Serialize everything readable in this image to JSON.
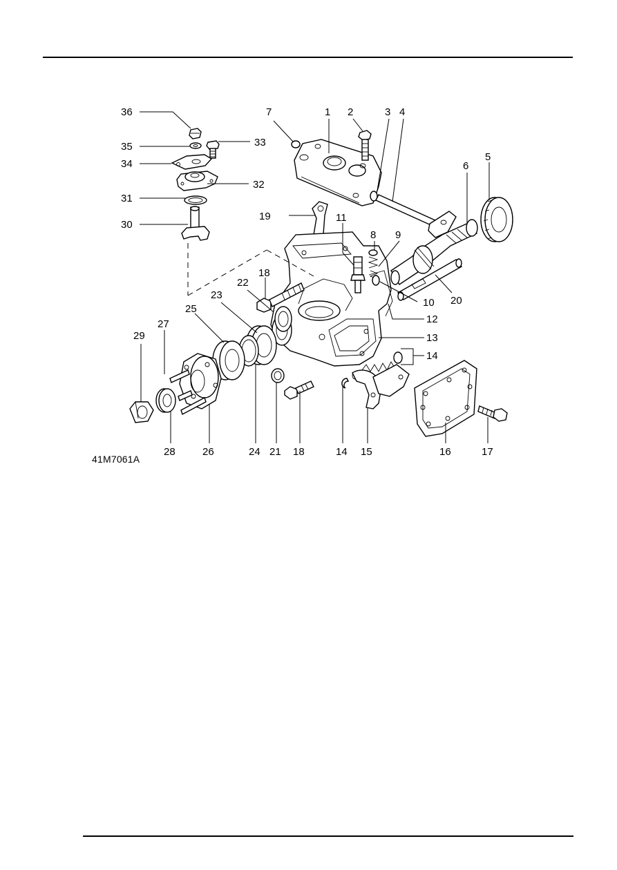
{
  "figure": {
    "reference_code": "41M7061A",
    "callouts": [
      {
        "id": "c36",
        "label": "36"
      },
      {
        "id": "c35",
        "label": "35"
      },
      {
        "id": "c34",
        "label": "34"
      },
      {
        "id": "c33",
        "label": "33"
      },
      {
        "id": "c32",
        "label": "32"
      },
      {
        "id": "c31",
        "label": "31"
      },
      {
        "id": "c30",
        "label": "30"
      },
      {
        "id": "c7",
        "label": "7"
      },
      {
        "id": "c1",
        "label": "1"
      },
      {
        "id": "c2",
        "label": "2"
      },
      {
        "id": "c3",
        "label": "3"
      },
      {
        "id": "c4",
        "label": "4"
      },
      {
        "id": "c6",
        "label": "6"
      },
      {
        "id": "c5",
        "label": "5"
      },
      {
        "id": "c19",
        "label": "19"
      },
      {
        "id": "c11",
        "label": "11"
      },
      {
        "id": "c8",
        "label": "8"
      },
      {
        "id": "c9",
        "label": "9"
      },
      {
        "id": "c18a",
        "label": "18"
      },
      {
        "id": "c22",
        "label": "22"
      },
      {
        "id": "c10",
        "label": "10"
      },
      {
        "id": "c20",
        "label": "20"
      },
      {
        "id": "c23",
        "label": "23"
      },
      {
        "id": "c25",
        "label": "25"
      },
      {
        "id": "c12",
        "label": "12"
      },
      {
        "id": "c27",
        "label": "27"
      },
      {
        "id": "c29",
        "label": "29"
      },
      {
        "id": "c13",
        "label": "13"
      },
      {
        "id": "c14a",
        "label": "14"
      },
      {
        "id": "c28",
        "label": "28"
      },
      {
        "id": "c26",
        "label": "26"
      },
      {
        "id": "c24",
        "label": "24"
      },
      {
        "id": "c21",
        "label": "21"
      },
      {
        "id": "c18b",
        "label": "18"
      },
      {
        "id": "c14b",
        "label": "14"
      },
      {
        "id": "c15",
        "label": "15"
      },
      {
        "id": "c16",
        "label": "16"
      },
      {
        "id": "c17",
        "label": "17"
      }
    ]
  }
}
